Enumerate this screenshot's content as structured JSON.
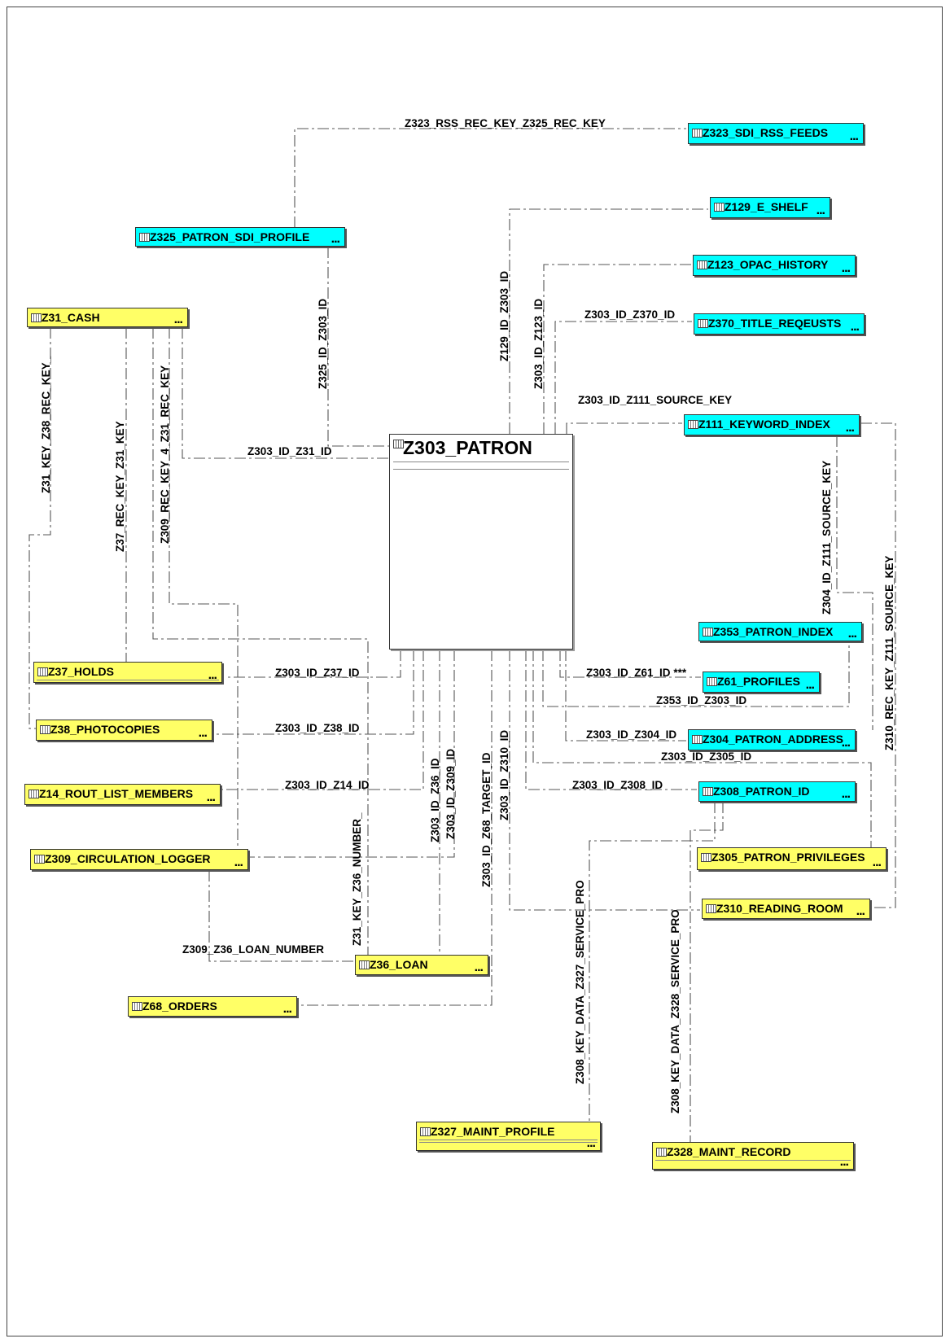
{
  "main_entity": {
    "name": "Z303_PATRON",
    "icon": "table-icon"
  },
  "entities": {
    "e_z323": "Z323_SDI_RSS_FEEDS",
    "e_z129": "Z129_E_SHELF",
    "e_z325": "Z325_PATRON_SDI_PROFILE",
    "e_z123": "Z123_OPAC_HISTORY",
    "e_z31": "Z31_CASH",
    "e_z370": "Z370_TITLE_REQEUSTS",
    "e_z111": "Z111_KEYWORD_INDEX",
    "e_z353": "Z353_PATRON_INDEX",
    "e_z37": "Z37_HOLDS",
    "e_z61": "Z61_PROFILES",
    "e_z38": "Z38_PHOTOCOPIES",
    "e_z304": "Z304_PATRON_ADDRESS",
    "e_z14": "Z14_ROUT_LIST_MEMBERS",
    "e_z308": "Z308_PATRON_ID",
    "e_z309": "Z309_CIRCULATION_LOGGER",
    "e_z305": "Z305_PATRON_PRIVILEGES",
    "e_z310": "Z310_READING_ROOM",
    "e_z36": "Z36_LOAN",
    "e_z68": "Z68_ORDERS",
    "e_z327": "Z327_MAINT_PROFILE",
    "e_z328": "Z328_MAINT_RECORD"
  },
  "entity_colors": {
    "highlighted": "#00ffff",
    "related": "#ffff66"
  },
  "more_glyph": "...",
  "relationships": {
    "r_rss": "Z323_RSS_REC_KEY_Z325_REC_KEY",
    "r_z129": "Z129_ID_Z303_ID",
    "r_z325": "Z325_ID_Z303_ID",
    "r_z123": "Z303_ID_Z123_ID",
    "r_z370": "Z303_ID_Z370_ID",
    "r_z111src": "Z303_ID_Z111_SOURCE_KEY",
    "r_z31": "Z303_ID_Z31_ID",
    "r_z31z38": "Z31_KEY_Z38_REC_KEY_",
    "r_z37z31": "Z37_REC_KEY_Z31_KEY",
    "r_z309z31": "Z309_REC_KEY_4_Z31_REC_KEY",
    "r_z304z111": "Z304_ID_Z111_SOURCE_KEY",
    "r_z310z111": "Z310_REC_KEY_Z111_SOURCE_KEY",
    "r_z37": "Z303_ID_Z37_ID",
    "r_z61": "Z303_ID_Z61_ID",
    "r_z61_mark": "***",
    "r_z353": "Z353_ID_Z303_ID",
    "r_z38": "Z303_ID_Z38_ID",
    "r_z304": "Z303_ID_Z304_ID",
    "r_z305": "Z303_ID_Z305_ID",
    "r_z14": "Z303_ID_Z14_ID",
    "r_z308": "Z303_ID_Z308_ID",
    "r_z36": "Z303_ID_Z36_ID",
    "r_z309": "Z303_ID_Z309_ID",
    "r_z68": "Z303_ID_Z68_TARGET_ID",
    "r_z310": "Z303_ID_Z310_ID",
    "r_z31z36": "Z31_KEY_Z36_NUMBER_",
    "r_z309z36": "Z309_Z36_LOAN_NUMBER",
    "r_z327": "Z308_KEY_DATA_Z327_SERVICE_PRO",
    "r_z328": "Z308_KEY_DATA_Z328_SERVICE_PRO"
  }
}
